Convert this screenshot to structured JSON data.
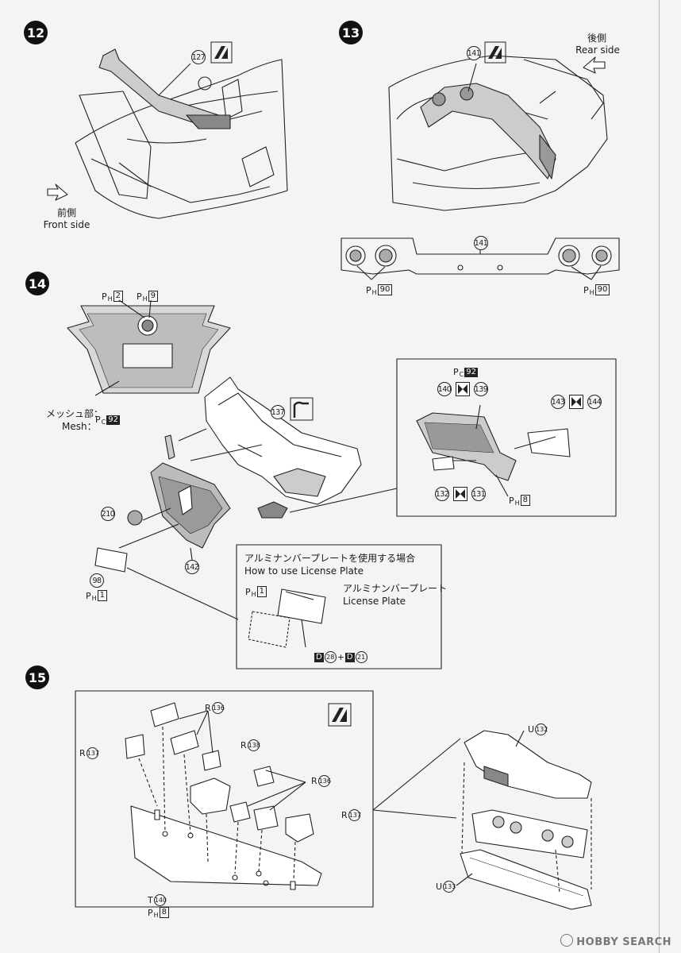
{
  "steps": {
    "s12": "12",
    "s13": "13",
    "s14": "14",
    "s15": "15"
  },
  "step12": {
    "part": "127",
    "front_jp": "前側",
    "front_en": "Front side"
  },
  "step13": {
    "part": "141",
    "rear_jp": "後側",
    "rear_en": "Rear side",
    "detail_part": "141",
    "paint_left_sub": "H",
    "paint_left": "90",
    "paint_right_sub": "H",
    "paint_right": "90"
  },
  "step14": {
    "grille_paint1_sub": "H",
    "grille_paint1": "2",
    "grille_paint2_sub": "H",
    "grille_paint2": "9",
    "mesh_jp": "メッシュ部：",
    "mesh_en": "Mesh：",
    "mesh_paint_sub": "C",
    "mesh_paint": "92",
    "part_137": "137",
    "part_210": "210",
    "part_142": "142",
    "part_98": "98",
    "plate_paint_sub": "H",
    "plate_paint": "1",
    "inset": {
      "paint_sub": "C",
      "paint": "92",
      "p140": "140",
      "p139": "139",
      "p143": "143",
      "p144": "144",
      "p132": "132",
      "p131": "131",
      "p8_sub": "H",
      "p8": "8"
    },
    "license": {
      "title_jp": "アルミナンバープレートを使用する場合",
      "title_en": "How to use License Plate",
      "paint_sub": "H",
      "paint": "1",
      "plate_jp": "アルミナンバープレート",
      "plate_en": "License Plate",
      "decal_a": "28",
      "decal_b": "21",
      "decal_letter": "D",
      "plus": "+"
    }
  },
  "step15": {
    "r136": "136",
    "r137": "137",
    "r138": "138",
    "r136b": "136",
    "r137b": "137",
    "t140": "140",
    "ph8_sub": "H",
    "ph8": "8",
    "u132": "132",
    "u133": "133",
    "letter_r": "R",
    "letter_t": "T",
    "letter_u": "U"
  },
  "watermark": "HOBBY SEARCH"
}
